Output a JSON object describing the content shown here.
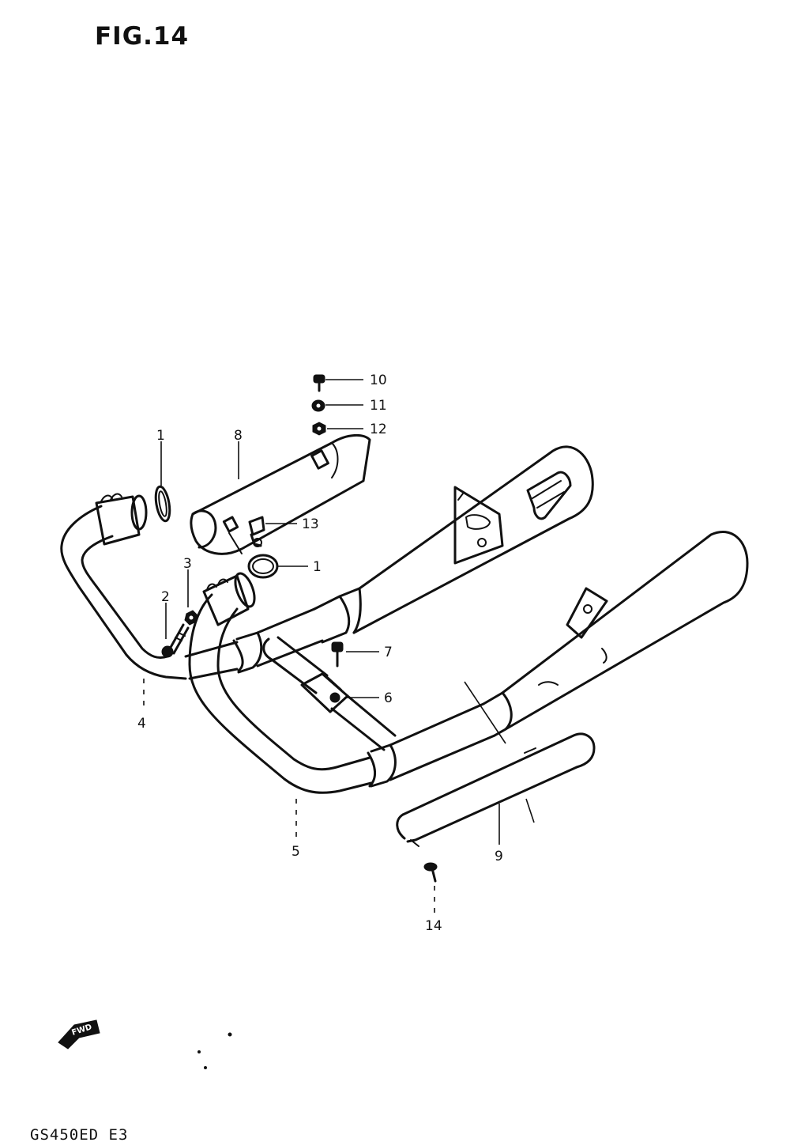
{
  "figure": {
    "title": "FIG.14",
    "model_code": "GS450ED E3",
    "fwd_label": "FWD"
  },
  "callouts": [
    {
      "id": "c1a",
      "label": "1"
    },
    {
      "id": "c1b",
      "label": "1"
    },
    {
      "id": "c2",
      "label": "2"
    },
    {
      "id": "c3",
      "label": "3"
    },
    {
      "id": "c4",
      "label": "4"
    },
    {
      "id": "c5",
      "label": "5"
    },
    {
      "id": "c6",
      "label": "6"
    },
    {
      "id": "c7",
      "label": "7"
    },
    {
      "id": "c8",
      "label": "8"
    },
    {
      "id": "c9",
      "label": "9"
    },
    {
      "id": "c10",
      "label": "10"
    },
    {
      "id": "c11",
      "label": "11"
    },
    {
      "id": "c12",
      "label": "12"
    },
    {
      "id": "c13",
      "label": "13"
    },
    {
      "id": "c14",
      "label": "14"
    }
  ]
}
